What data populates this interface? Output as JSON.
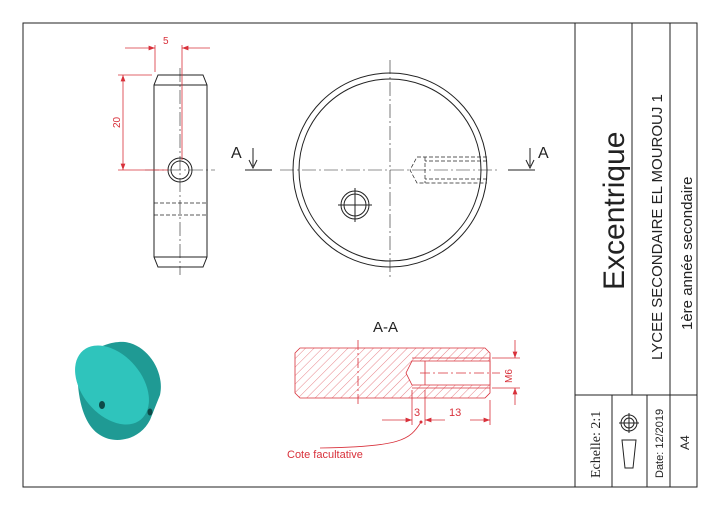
{
  "title_block": {
    "part_name": "Excentrique",
    "school": "LYCEE SECONDAIRE EL MOUROUJ 1",
    "level": "1ère année secondaire",
    "scale": "Echelle: 2:1",
    "date": "Date: 12/2019",
    "format": "A4"
  },
  "views": {
    "side_dim_width": "5",
    "side_dim_height": "20",
    "section_mark_left": "A",
    "section_mark_right": "A",
    "section_title": "A-A",
    "section_dim_thread": "M6",
    "section_dim_3": "3",
    "section_dim_13": "13",
    "note": "Cote facultative"
  },
  "colors": {
    "dimension": "#d8303a",
    "model": "#2fb8b0"
  }
}
